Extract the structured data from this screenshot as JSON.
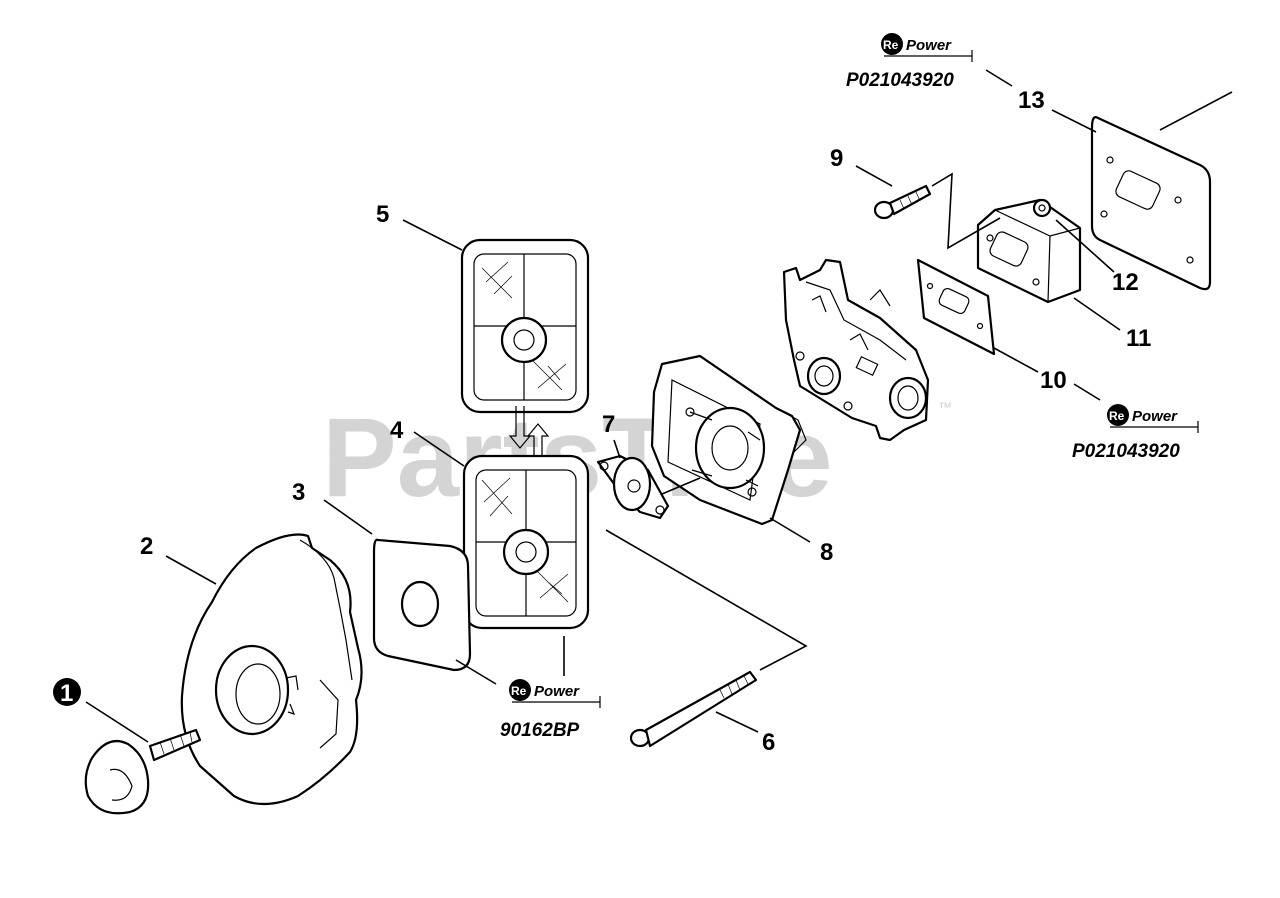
{
  "watermark": "PartsTree",
  "trademark": "™",
  "callouts": {
    "c1": "1",
    "c2": "2",
    "c3": "3",
    "c4": "4",
    "c5": "5",
    "c6": "6",
    "c7": "7",
    "c8": "8",
    "c9": "9",
    "c10": "10",
    "c11": "11",
    "c12": "12",
    "c13": "13"
  },
  "repower_badges": [
    {
      "logo_re": "Re",
      "logo_text": "Power",
      "part_number": "P021043920"
    },
    {
      "logo_re": "Re",
      "logo_text": "Power",
      "part_number": "P021043920"
    },
    {
      "logo_re": "Re",
      "logo_text": "Power",
      "part_number": "90162BP"
    }
  ],
  "icons": [
    "swap-arrows-icon",
    "repower-logo-icon"
  ]
}
